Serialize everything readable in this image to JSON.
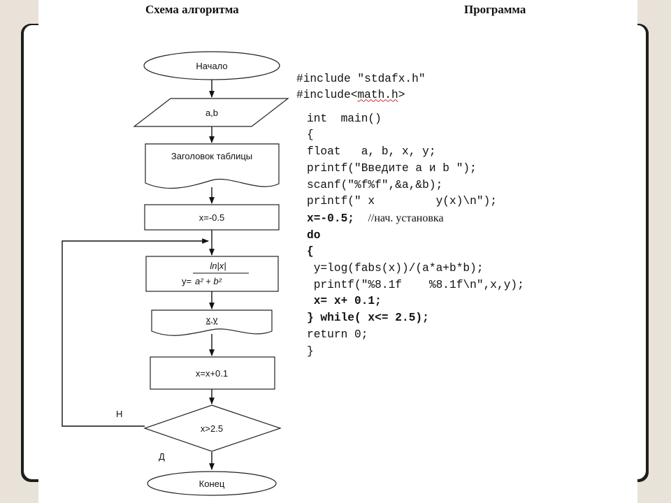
{
  "headings": {
    "left": "Схема алгоритма",
    "right": "Программа"
  },
  "flowchart": {
    "start": "Начало",
    "input": "a,b",
    "table_header": "Заголовок таблицы",
    "init": "x=-0.5",
    "formula_numerator": "ln|x|",
    "formula_prefix": "y=",
    "formula_denominator": "a² + b²",
    "output": "x,y",
    "increment": "x=x+0.1",
    "condition": "x>2.5",
    "no_label": "Н",
    "yes_label": "Д",
    "end": "Конец"
  },
  "program": {
    "include1": "#include \"stdafx.h\"",
    "include2_pre": "#include<",
    "include2_lib": "math.h",
    "include2_post": ">",
    "line_main": "int  main()",
    "line_open": "{",
    "line_float": "float   a, b, x, y;",
    "line_printf1": "printf(\"Введите a и b \");",
    "line_scanf": "scanf(\"%f%f\",&a,&b);",
    "line_printf2": "printf(\" x         y(x)\\n\");",
    "line_init_code": "x=-0.5;",
    "line_init_comment": "//нач. установка",
    "line_do": "do",
    "line_do_open": "{",
    "line_y": " y=log(fabs(x))/(a*a+b*b);",
    "line_printf3": " printf(\"%8.1f    %8.1f\\n\",x,y);",
    "line_inc": " x= x+ 0.1;",
    "line_while": "} while( x<= 2.5);",
    "line_return": "return 0;",
    "line_close": "}"
  }
}
